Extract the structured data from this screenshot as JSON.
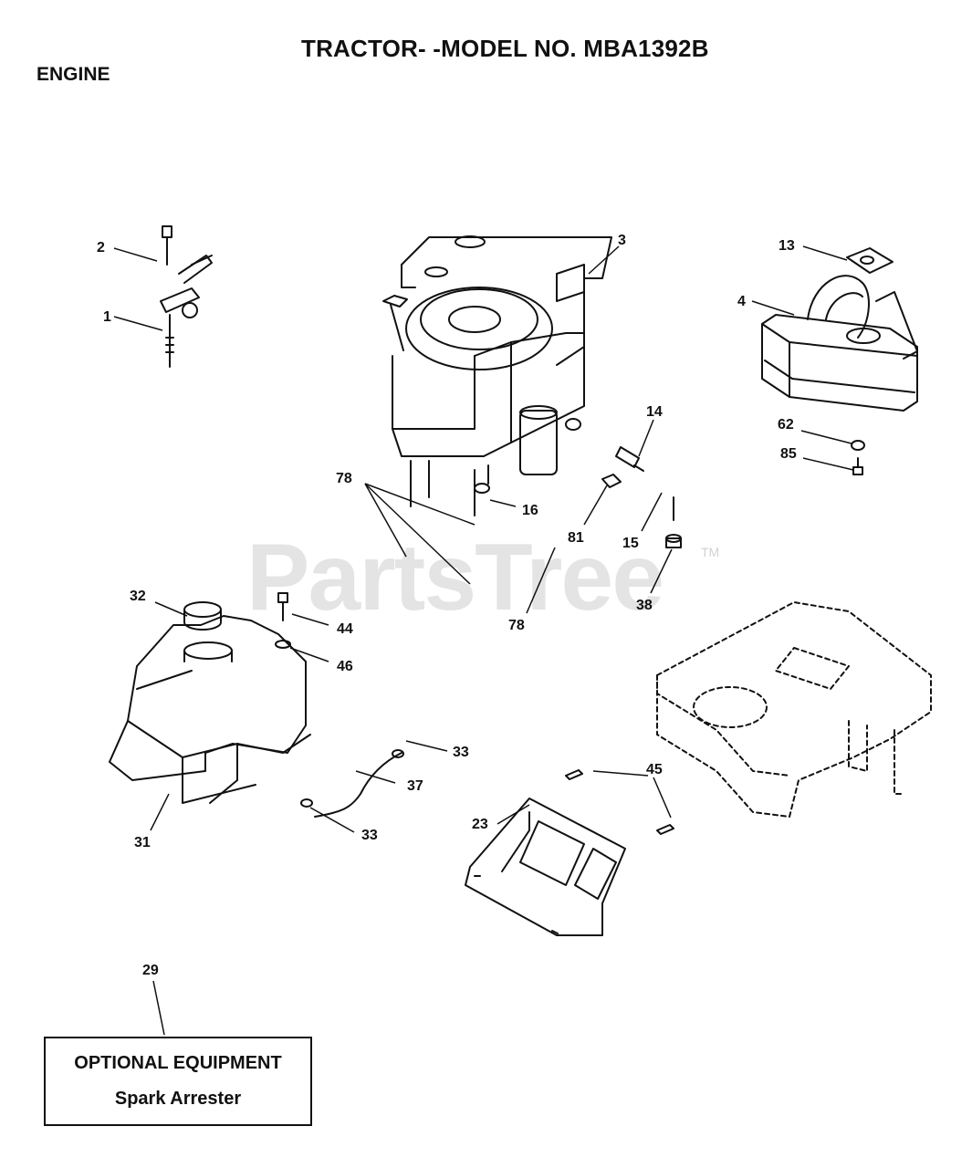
{
  "header": {
    "title": "TRACTOR- -MODEL NO. MBA1392B",
    "section": "ENGINE"
  },
  "watermark": {
    "text": "PartsTree",
    "trademark": "TM"
  },
  "callouts": {
    "c1": "1",
    "c2": "2",
    "c3": "3",
    "c4": "4",
    "c13": "13",
    "c14": "14",
    "c15": "15",
    "c16": "16",
    "c23": "23",
    "c29": "29",
    "c31": "31",
    "c32": "32",
    "c33a": "33",
    "c33b": "33",
    "c37": "37",
    "c38": "38",
    "c44": "44",
    "c45": "45",
    "c46": "46",
    "c62": "62",
    "c78a": "78",
    "c78b": "78",
    "c81": "81",
    "c85": "85"
  },
  "optional_equipment": {
    "heading": "OPTIONAL EQUIPMENT",
    "item": "Spark Arrester"
  }
}
